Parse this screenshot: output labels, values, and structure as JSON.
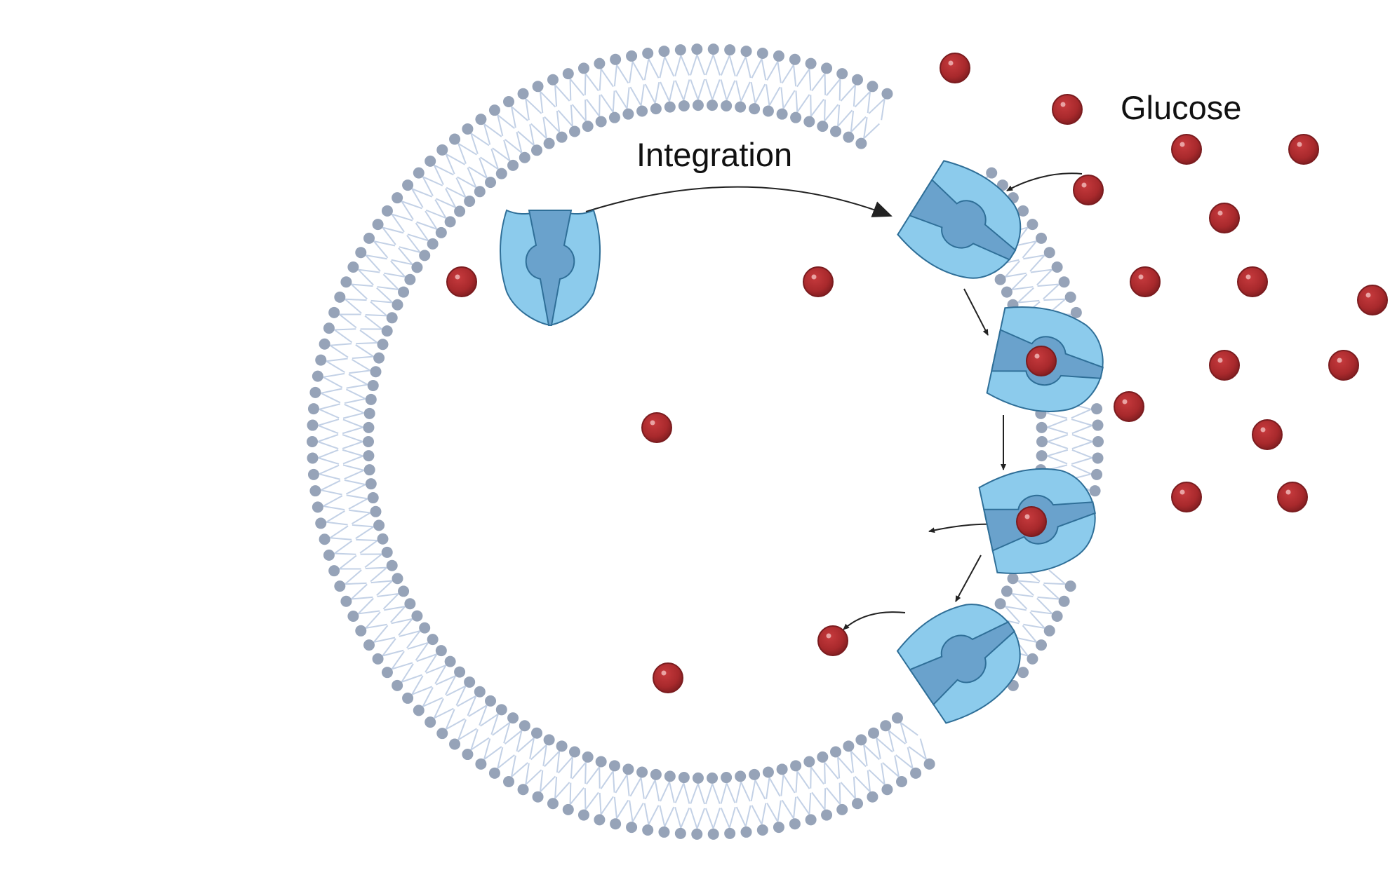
{
  "labels": {
    "integration": "Integration",
    "glucose": "Glucose"
  },
  "colors": {
    "background": "#ffffff",
    "lipid_head": "#96a3b8",
    "lipid_tail": "#c3d1e6",
    "transporter_light": "#8ccbec",
    "transporter_dark": "#6aa2cc",
    "transporter_outline": "#2f6f98",
    "glucose": "#a8292c",
    "glucose_dark": "#7a1c1f",
    "glucose_highlight": "#e9a3a3",
    "arrow": "#222222"
  },
  "icons": {
    "membrane": "lipid-bilayer-vesicle",
    "transporter": "glucose-transporter-protein",
    "molecule": "glucose-molecule"
  }
}
